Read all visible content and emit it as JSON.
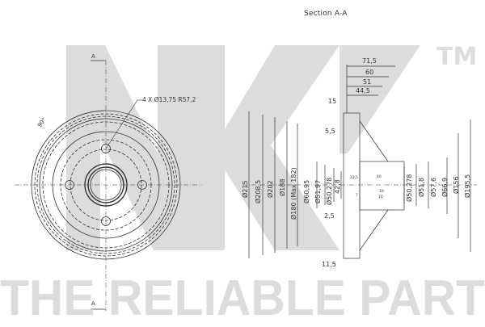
{
  "section_title": "Section A-A",
  "watermark": {
    "logo": "NK",
    "trademark": "TM",
    "slogan": "THE RELIABLE PART",
    "color": "#dcdcdc"
  },
  "front_view": {
    "section_marker_top": "A",
    "section_marker_bottom": "A",
    "angle_label": "90°",
    "bolt_callout": "4 X Ø13,75   R57,2"
  },
  "section_view": {
    "top_dims": [
      "71,5",
      "60",
      "51",
      "44,5"
    ],
    "offset_dims": {
      "lip": "15",
      "shoe_top": "5,5",
      "shoe_bottom": "2,5",
      "flange": "11,5"
    },
    "left_diameters": [
      "Ø215",
      "Ø208,5",
      "Ø202",
      "Ø188",
      "Ø180 (Max 182)",
      "Ø60,95",
      "Ø51,97",
      "Ø50,278",
      "42,8"
    ],
    "right_diameters": [
      "Ø50,278",
      "Ø51,8",
      "Ø57,6",
      "Ø66,9",
      "Ø156",
      "Ø195,5"
    ],
    "hub_small_labels": [
      "22,5",
      "40",
      "7",
      "19",
      "10"
    ]
  },
  "colors": {
    "line": "#333333",
    "watermark": "#dcdcdc",
    "background": "#ffffff"
  }
}
